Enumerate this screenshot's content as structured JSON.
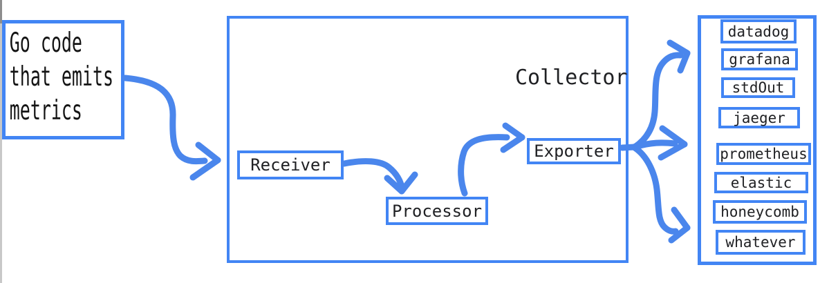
{
  "colors": {
    "box_border": "#4285f4",
    "arrow": "#4a86ec",
    "label_text": "#202124",
    "source_text": "#141414",
    "edge_line": "#c8c8c8",
    "edge_line_dark": "#8d8d8d"
  },
  "source_box": {
    "lines": [
      "Go code",
      "that emits",
      "metrics"
    ]
  },
  "collector": {
    "title": "Collector",
    "receiver_label": "Receiver",
    "processor_label": "Processor",
    "exporter_label": "Exporter"
  },
  "outputs": {
    "items": [
      "datadog",
      "grafana",
      "stdOut",
      "jaeger",
      "prometheus",
      "elastic",
      "honeycomb",
      "whatever"
    ]
  }
}
